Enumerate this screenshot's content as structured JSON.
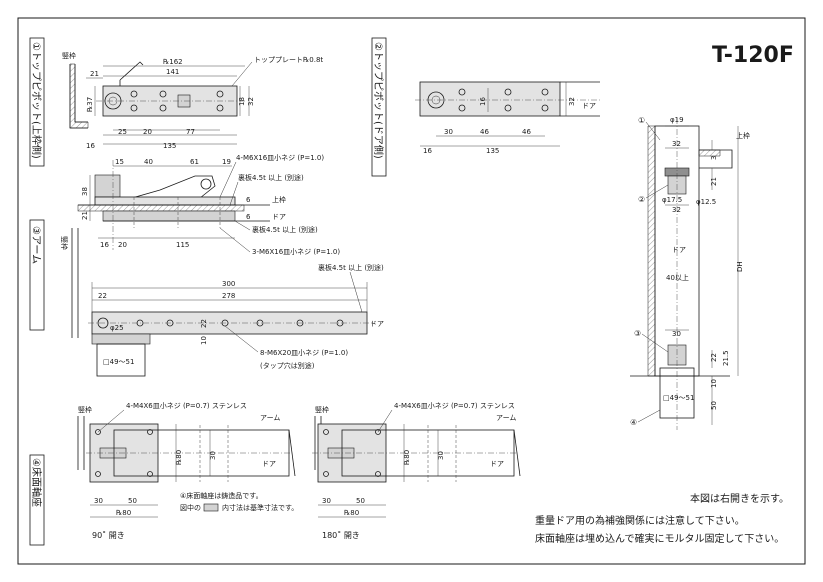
{
  "model": "T-120F",
  "notes": {
    "right_opening": "本図は右開きを示す。",
    "reinforce": "重量ドア用の為補強関係には注意して下さい。",
    "floor": "床面軸座は埋め込んで確実にモルタル固定して下さい。"
  },
  "sections": {
    "s1": "①トップピボット(上枠側)",
    "s2": "②トップピボット(ドア側)",
    "s3": "③アーム",
    "s4": "④床面軸座"
  },
  "labels": {
    "frame": "竪枠",
    "top_plate": "トッププレート℞0.8t",
    "screw_m6x16_4": "4-M6X16皿小ネジ (P=1.0)",
    "backing_1": "裏板4.5t 以上 (別途)",
    "frame_top": "上枠",
    "door": "ドア",
    "backing_2": "裏板4.5t 以上 (別途)",
    "screw_m6x16_3": "3-M6X16皿小ネジ (P=1.0)",
    "backing_3": "裏板4.5t 以上 (別途)",
    "screw_m6x20": "8-M6X20皿小ネジ (P=1.0)",
    "tap_hole": "(タップ穴は別途)",
    "box_size": "□49～51",
    "screw_m4": "4-M4X6皿小ネジ (P=0.7) ステンレス",
    "arm": "アーム",
    "floor_note_1": "④床面軸座は鋳造品です。",
    "floor_note_2": "図中の　　　内寸法は基準寸法です。",
    "open_90": "90˚ 開き",
    "open_180": "180˚ 開き",
    "dh": "DH",
    "min_40": "40以上",
    "callout_1": "①",
    "callout_2": "②",
    "callout_3": "③",
    "callout_4": "④"
  },
  "dimensions": {
    "d162": "℞162",
    "d141": "141",
    "d21": "21",
    "d37": "℞37",
    "d18": "18",
    "d32": "32",
    "d25": "25",
    "d20": "20",
    "d77": "77",
    "d16": "16",
    "d135": "135",
    "d15": "15",
    "d40": "40",
    "d61": "61",
    "d19": "19",
    "d38": "38",
    "d6": "6",
    "d115": "115",
    "d300": "300",
    "d278": "278",
    "d22": "22",
    "d25dia": "φ25",
    "d10": "10",
    "d2_16": "16",
    "d2_32": "32",
    "d2_30": "30",
    "d2_46a": "46",
    "d2_46b": "46",
    "d2_16b": "16",
    "d2_135": "135",
    "dr_19": "φ19",
    "dr_32": "32",
    "dr_3": "3",
    "dr_21": "21",
    "dr_175": "φ17.5",
    "dr_125": "φ12.5",
    "dr_32b": "32",
    "dr_30": "30",
    "dr_22": "22",
    "dr_215": "21.5",
    "dr_10": "10",
    "dr_50": "50",
    "f_80": "℞80",
    "f_30": "30",
    "f_50": "50",
    "f_30v": "30",
    "f_80v": "℞80"
  }
}
